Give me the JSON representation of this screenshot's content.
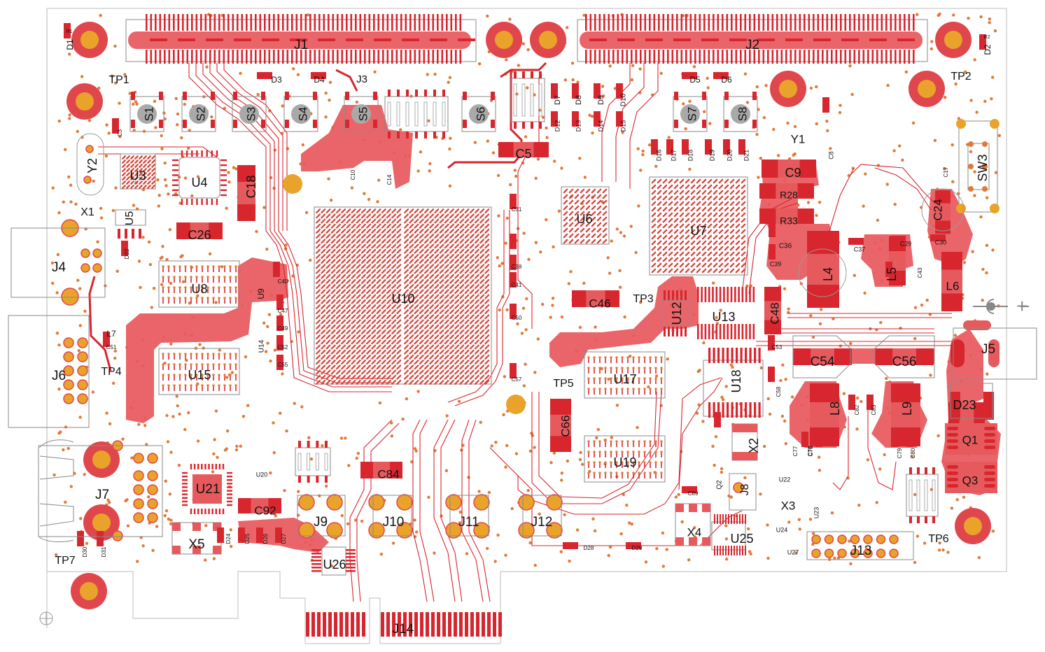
{
  "title": "PCB top layer layout",
  "colors": {
    "copper": "#d8262e",
    "copper_pour": "#e8585c",
    "drill": "#e9a32a",
    "via": "#e07a3a",
    "silkscreen": "#8a8a8a",
    "board_outline": "#c9c9c9",
    "label": "#111111"
  },
  "connectors": [
    {
      "ref": "J1",
      "type": "board-to-board"
    },
    {
      "ref": "J2",
      "type": "board-to-board"
    },
    {
      "ref": "J3",
      "type": "header"
    },
    {
      "ref": "J4",
      "type": "jack"
    },
    {
      "ref": "J5",
      "type": "power-jack"
    },
    {
      "ref": "J6",
      "type": "header-2x5"
    },
    {
      "ref": "J7",
      "type": "rj45-usb"
    },
    {
      "ref": "J8",
      "type": "coax"
    },
    {
      "ref": "J9",
      "type": "sma"
    },
    {
      "ref": "J10",
      "type": "sma"
    },
    {
      "ref": "J11",
      "type": "sma"
    },
    {
      "ref": "J12",
      "type": "sma"
    },
    {
      "ref": "J13",
      "type": "header-2x7"
    },
    {
      "ref": "J14",
      "type": "pcie-edge"
    }
  ],
  "ics": [
    "U3",
    "U4",
    "U5",
    "U6",
    "U7",
    "U8",
    "U9",
    "U10",
    "U12",
    "U13",
    "U14",
    "U15",
    "U17",
    "U18",
    "U19",
    "U20",
    "U21",
    "U22",
    "U23",
    "U24",
    "U25",
    "U26",
    "U27"
  ],
  "switches": [
    "S1",
    "S2",
    "S3",
    "S4",
    "S5",
    "S6",
    "S7",
    "S8",
    "SW3"
  ],
  "test_points": [
    "TP1",
    "TP2",
    "TP3",
    "TP4",
    "TP5",
    "TP6",
    "TP7"
  ],
  "crystals": [
    "Y1",
    "Y2",
    "X1",
    "X2",
    "X3",
    "X4",
    "X5"
  ],
  "inductors": [
    "L4",
    "L5",
    "L6",
    "L7",
    "L8",
    "L9"
  ],
  "transistors": [
    "Q1",
    "Q2",
    "Q3"
  ],
  "diodes_large": [
    "D23"
  ],
  "capacitors_large": [
    "C5",
    "C9",
    "C18",
    "C24",
    "C26",
    "C46",
    "C48",
    "C54",
    "C56",
    "C66",
    "C84",
    "C92"
  ],
  "resistors_large": [
    "R28",
    "R33"
  ],
  "small_labels": [
    "D1",
    "D2",
    "D3",
    "D4",
    "D5",
    "D6",
    "D7",
    "D8",
    "D9",
    "D10",
    "D12",
    "D13",
    "D14",
    "D15",
    "D16",
    "D17",
    "D18",
    "D19",
    "D20",
    "D21",
    "D22",
    "D24",
    "D25",
    "D26",
    "D27",
    "D28",
    "D29",
    "D30",
    "D31",
    "C3",
    "C8",
    "C10",
    "C14",
    "C17",
    "C29",
    "C30",
    "C31",
    "C36",
    "C37",
    "C38",
    "C39",
    "C40",
    "C41",
    "C43",
    "C47",
    "C49",
    "C50",
    "C51",
    "C52",
    "C53",
    "C55",
    "C57",
    "C58",
    "C76",
    "C77",
    "C78",
    "C79",
    "C80",
    "C82",
    "C83",
    "C89",
    "R1",
    "R2"
  ],
  "polarity_symbol": "+",
  "labels": {
    "J1": "J1",
    "J2": "J2",
    "J3": "J3",
    "J4": "J4",
    "J5": "J5",
    "J6": "J6",
    "J7": "J7",
    "J8": "J8",
    "J9": "J9",
    "J10": "J10",
    "J11": "J11",
    "J12": "J12",
    "J13": "J13",
    "J14": "J14",
    "U3": "U3",
    "U4": "U4",
    "U5": "U5",
    "U6": "U6",
    "U7": "U7",
    "U8": "U8",
    "U9": "U9",
    "U10": "U10",
    "U12": "U12",
    "U13": "U13",
    "U14": "U14",
    "U15": "U15",
    "U17": "U17",
    "U18": "U18",
    "U19": "U19",
    "U20": "U20",
    "U21": "U21",
    "U22": "U22",
    "U23": "U23",
    "U24": "U24",
    "U25": "U25",
    "U26": "U26",
    "U27": "U27",
    "S1": "S1",
    "S2": "S2",
    "S3": "S3",
    "S4": "S4",
    "S5": "S5",
    "S6": "S6",
    "S7": "S7",
    "S8": "S8",
    "SW3": "SW3",
    "TP1": "TP1",
    "TP2": "TP2",
    "TP3": "TP3",
    "TP4": "TP4",
    "TP5": "TP5",
    "TP6": "TP6",
    "TP7": "TP7",
    "Y1": "Y1",
    "Y2": "Y2",
    "X1": "X1",
    "X2": "X2",
    "X3": "X3",
    "X4": "X4",
    "X5": "X5",
    "L4": "L4",
    "L5": "L5",
    "L6": "L6",
    "L7": "L7",
    "L8": "L8",
    "L9": "L9",
    "Q1": "Q1",
    "Q2": "Q2",
    "Q3": "Q3",
    "D23": "D23",
    "C5": "C5",
    "C9": "C9",
    "C18": "C18",
    "C24": "C24",
    "C26": "C26",
    "C46": "C46",
    "C48": "C48",
    "C54": "C54",
    "C56": "C56",
    "C66": "C66",
    "C84": "C84",
    "C92": "C92",
    "R28": "R28",
    "R33": "R33",
    "D1": "D1",
    "D2": "D2",
    "D3": "D3",
    "D4": "D4",
    "D5": "D5",
    "D6": "D6",
    "D7": "D7",
    "D8": "D8",
    "D9": "D9",
    "D10": "D10",
    "D12": "D12",
    "D13": "D13",
    "D14": "D14",
    "D15": "D15",
    "D16": "D16",
    "D17": "D17",
    "D18": "D18",
    "D19": "D19",
    "D20": "D20",
    "D21": "D21",
    "D22": "D22",
    "D24": "D24",
    "D25": "D25",
    "D26": "D26",
    "D27": "D27",
    "D28": "D28",
    "D29": "D29",
    "D30": "D30",
    "D31": "D31",
    "C3": "C3",
    "C8": "C8",
    "C10": "C10",
    "C14": "C14",
    "C17": "C17",
    "C29": "C29",
    "C30": "C30",
    "C31": "C31",
    "C36": "C36",
    "C37": "C37",
    "C38": "C38",
    "C39": "C39",
    "C40": "C40",
    "C41": "C41",
    "C43": "C43",
    "C47": "C47",
    "C49": "C49",
    "C50": "C50",
    "C51": "C51",
    "C52": "C52",
    "C53": "C53",
    "C55": "C55",
    "C57": "C57",
    "C58": "C58",
    "C76": "C76",
    "C77": "C77",
    "C78": "C78",
    "C79": "C79",
    "C80": "C80",
    "C82": "C82",
    "C83": "C83",
    "C89": "C89",
    "R1": "R1",
    "R2": "R2",
    "plus": "+"
  }
}
